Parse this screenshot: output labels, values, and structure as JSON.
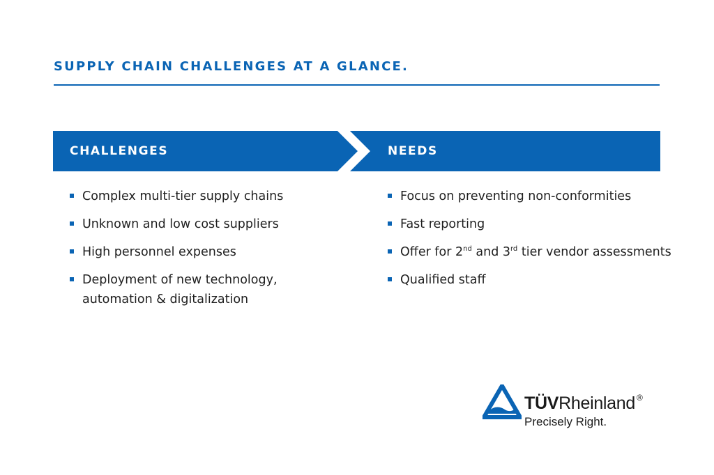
{
  "title": "SUPPLY CHAIN CHALLENGES AT A GLANCE.",
  "banner": {
    "left_label": "CHALLENGES",
    "right_label": "NEEDS"
  },
  "challenges": [
    "Complex multi-tier supply chains",
    "Unknown and low cost suppliers",
    "High personnel expenses",
    "Deployment of new technology, automation & digitalization"
  ],
  "needs": {
    "item1": "Focus on preventing non-conformities",
    "item2": "Fast reporting",
    "item3": {
      "part1": "Offer for 2",
      "sup1": "nd",
      "part2": " and 3",
      "sup2": "rd",
      "part3": " tier vendor assessments"
    },
    "item4": "Qualified staff"
  },
  "logo": {
    "name_bold": "TÜV",
    "name_rest": "Rheinland",
    "registered": "®",
    "tagline": "Precisely Right."
  },
  "colors": {
    "brand_blue": "#0a64b4",
    "text": "#1f1f1f",
    "background": "#ffffff"
  }
}
